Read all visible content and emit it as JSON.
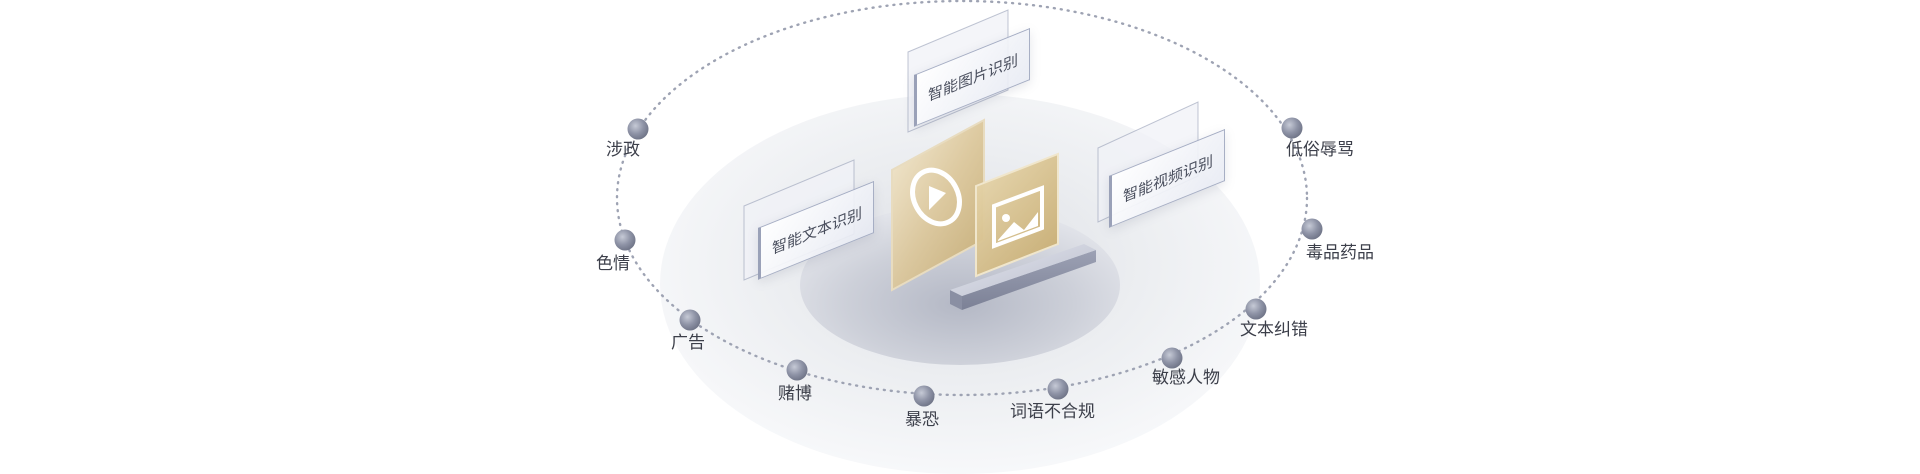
{
  "diagram": {
    "nodes": [
      {
        "id": "shezheng",
        "label": "涉政"
      },
      {
        "id": "seqing",
        "label": "色情"
      },
      {
        "id": "guanggao",
        "label": "广告"
      },
      {
        "id": "dubo",
        "label": "赌博"
      },
      {
        "id": "baokong",
        "label": "暴恐"
      },
      {
        "id": "ciyu",
        "label": "词语不合规"
      },
      {
        "id": "mingan",
        "label": "敏感人物"
      },
      {
        "id": "jiucuo",
        "label": "文本纠错"
      },
      {
        "id": "dupin",
        "label": "毒品药品"
      },
      {
        "id": "disu",
        "label": "低俗辱骂"
      }
    ],
    "cards": {
      "image": "智能图片识别",
      "video": "智能视频识别",
      "text": "智能文本识别"
    },
    "colors": {
      "node": "#7f8597",
      "ring": "#9ea3b3",
      "gold": "#c8b07c",
      "platform": "#9aa0b4"
    },
    "icons": [
      "play-icon",
      "image-icon"
    ]
  }
}
